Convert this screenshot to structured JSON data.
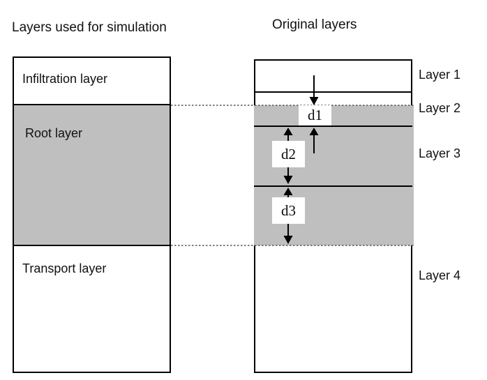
{
  "left_panel": {
    "title": "Layers used for simulation",
    "layers": [
      {
        "name": "infiltration",
        "label": "Infiltration layer",
        "shaded": false
      },
      {
        "name": "root",
        "label": "Root layer",
        "shaded": true
      },
      {
        "name": "transport",
        "label": "Transport layer",
        "shaded": false
      }
    ]
  },
  "right_panel": {
    "title": "Original layers",
    "layer_labels": [
      "Layer 1",
      "Layer 2",
      "Layer 3",
      "Layer 4"
    ],
    "depth_markers": [
      {
        "label": "d1"
      },
      {
        "label": "d2"
      },
      {
        "label": "d3"
      }
    ]
  },
  "colors": {
    "shaded_layer": "#bfbfbf",
    "outline": "#000000"
  }
}
